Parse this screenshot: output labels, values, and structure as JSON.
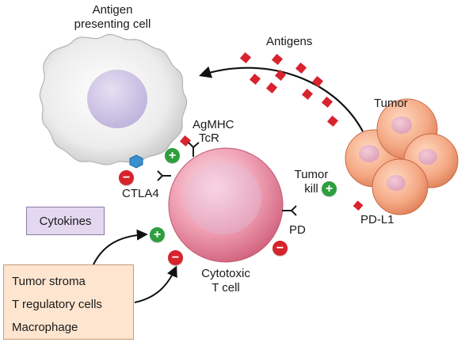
{
  "labels": {
    "antigen_presenting_cell": [
      "Antigen",
      "presenting cell"
    ],
    "antigens": "Antigens",
    "tumor": "Tumor",
    "agmhc": "AgMHC",
    "tcr": "TcR",
    "tumor_kill": [
      "Tumor",
      "kill"
    ],
    "ctla4": "CTLA4",
    "pd": "PD",
    "pd_l1": "PD-L1",
    "cytotoxic_t_cell": [
      "Cytotoxic",
      "T cell"
    ]
  },
  "cytokines_box": {
    "label": "Cytokines"
  },
  "stroma_box": {
    "items": [
      "Tumor stroma",
      "T regulatory cells",
      "Macrophage"
    ]
  },
  "signs": {
    "plus": "+",
    "minus": "−"
  },
  "colors": {
    "antigen": "#d9232e",
    "apc_fill": "#ececec",
    "apc_nucleus": "#cfc6e6",
    "t_cell": "#e58ea0",
    "tumor_cell": "#f2a57e",
    "tumor_nucleus": "#e7b4c2",
    "cytokines_bg": "#e3d8f0",
    "stroma_bg": "#fde5cf",
    "stimulatory": "#2e9e3f",
    "inhibitory": "#d6242c",
    "b7_ligand": "#3a8fd0"
  }
}
